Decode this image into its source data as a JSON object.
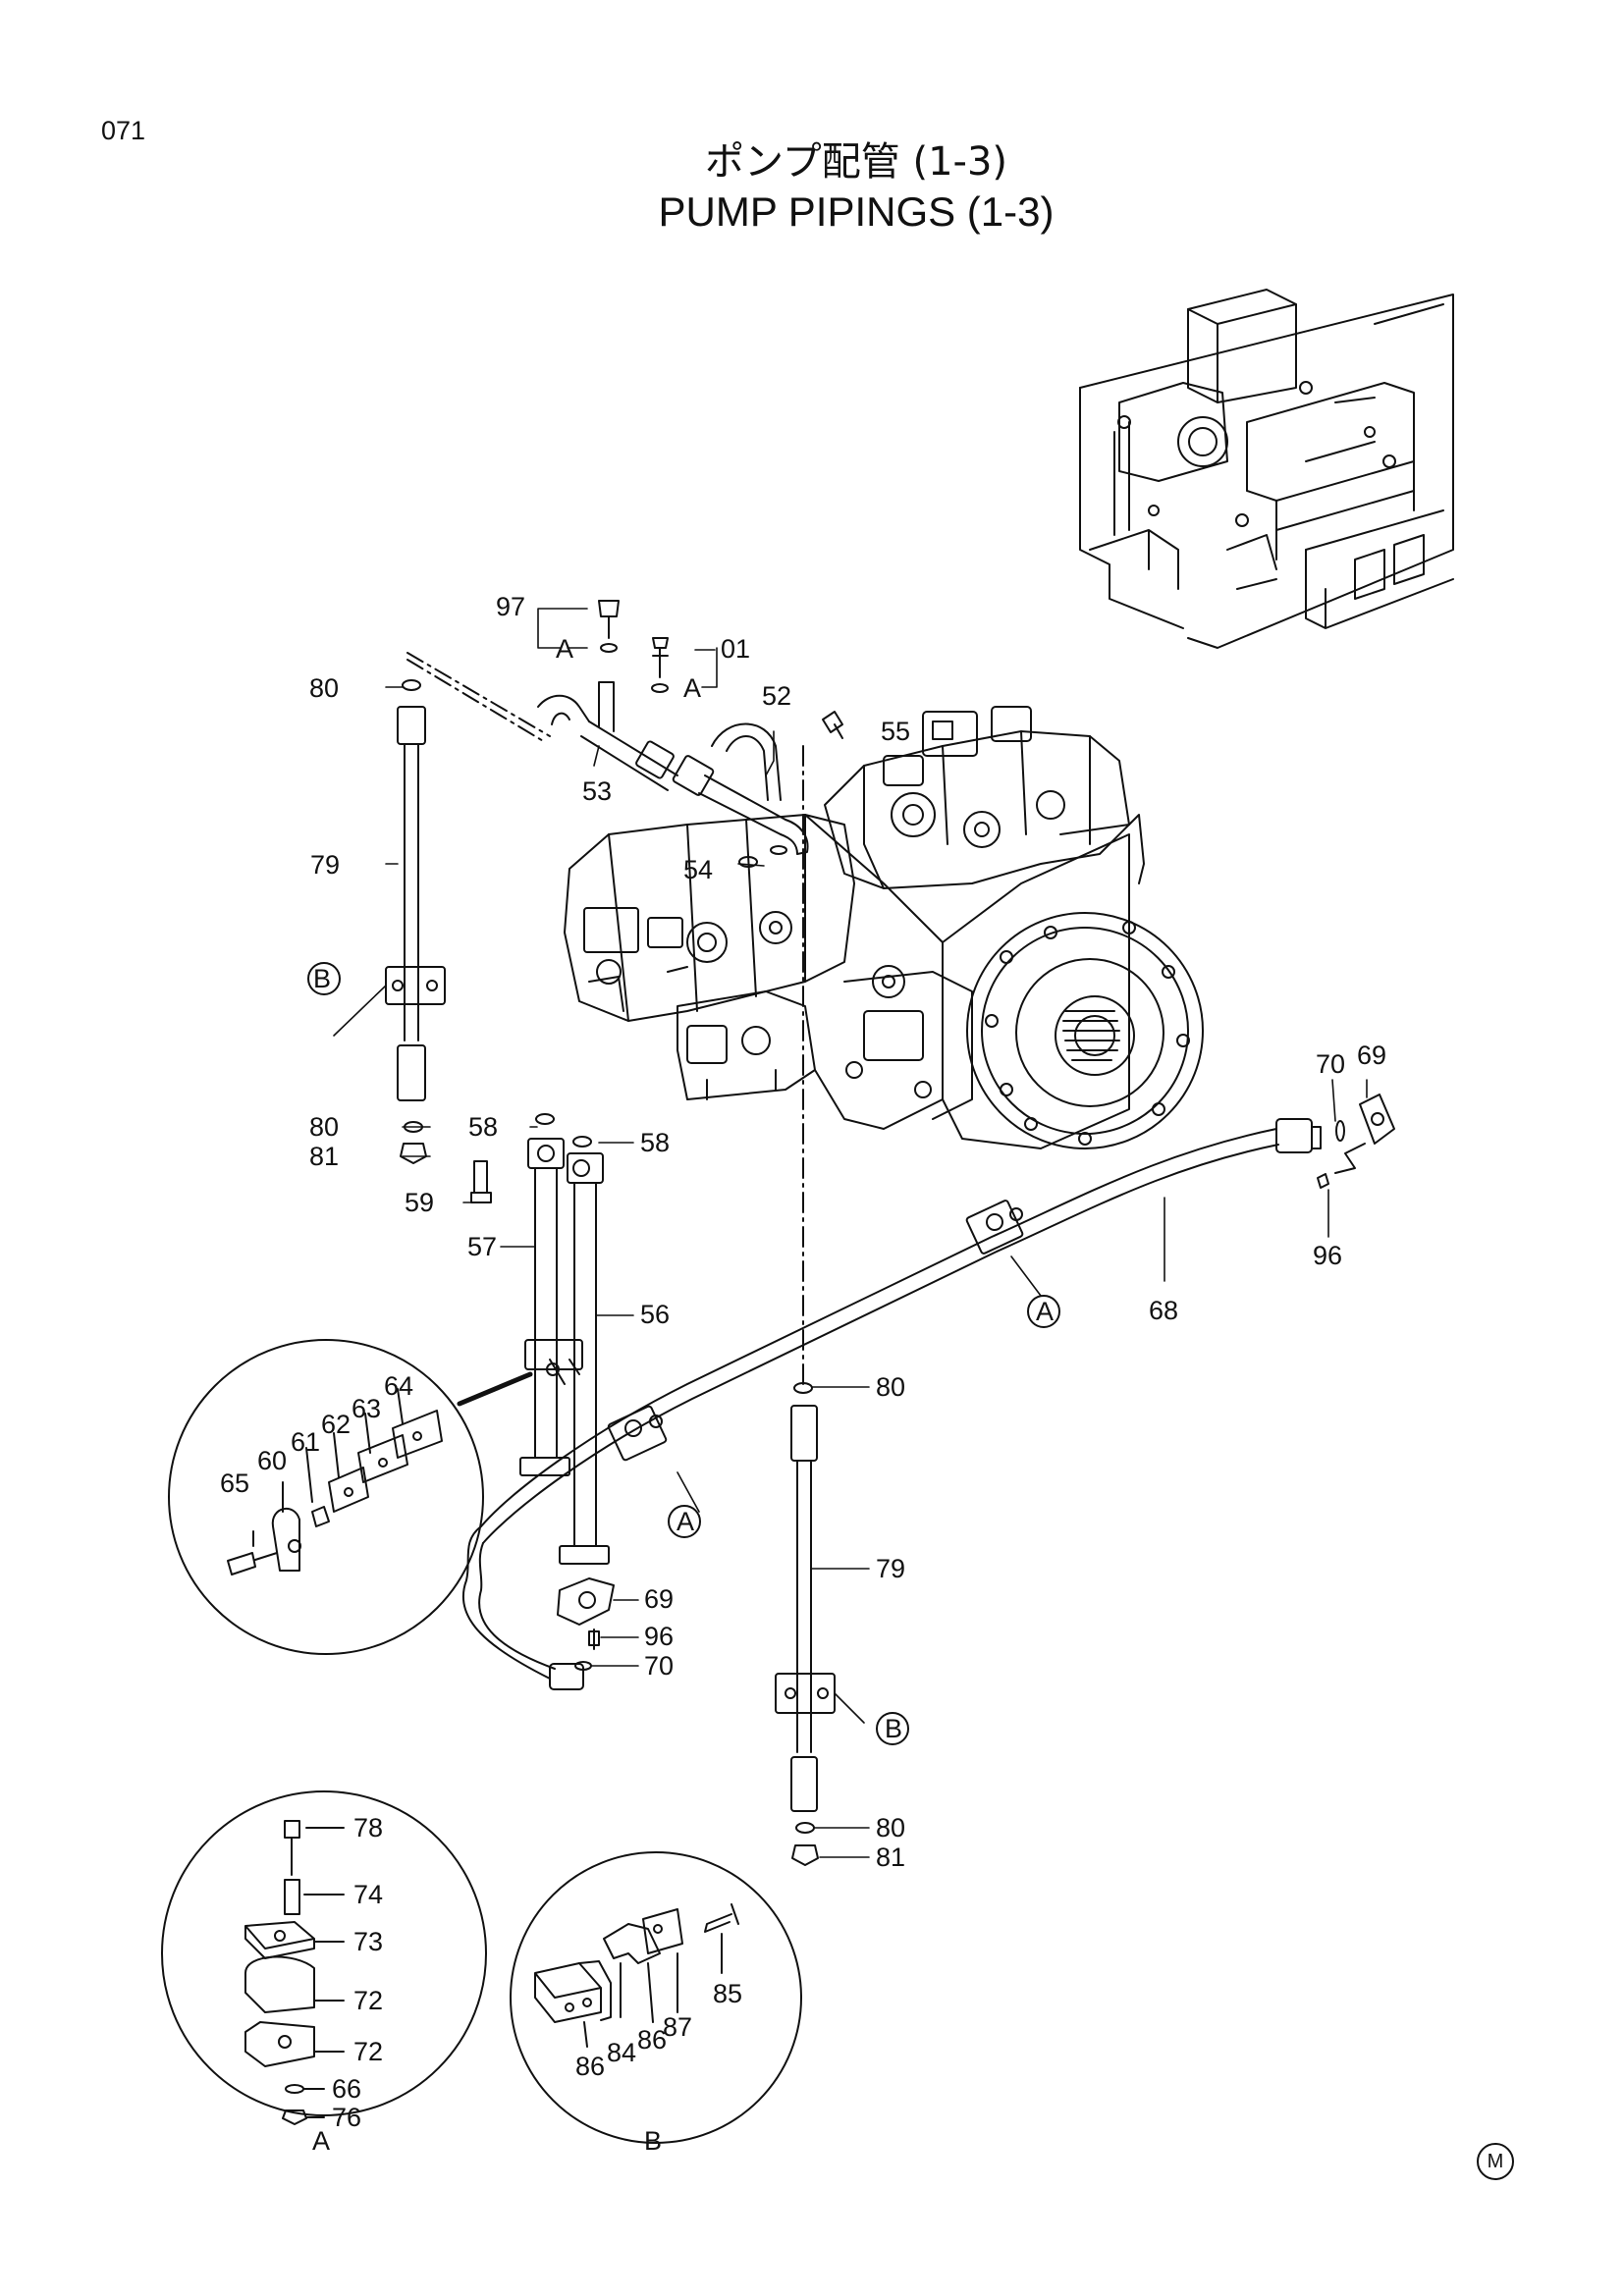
{
  "page_number": "071",
  "title_jp": "ポンプ配管 (1-3)",
  "title_en": "PUMP PIPINGS (1-3)",
  "mark": "M",
  "labels": {
    "p97": "97",
    "pA1": "A",
    "p01": "01",
    "pA2": "A",
    "p80a": "80",
    "p52": "52",
    "p55": "55",
    "p53": "53",
    "p54": "54",
    "p79a": "79",
    "pB1": "B",
    "p80b": "80",
    "p81a": "81",
    "p58a": "58",
    "p58b": "58",
    "p59": "59",
    "p57": "57",
    "p56": "56",
    "p70a": "70",
    "p69a": "69",
    "p96a": "96",
    "p68": "68",
    "pA3": "A",
    "p80c": "80",
    "pA4": "A",
    "p69b": "69",
    "p96b": "96",
    "p70b": "70",
    "p79b": "79",
    "pB2": "B",
    "p80d": "80",
    "p81b": "81",
    "p64": "64",
    "p63": "63",
    "p62": "62",
    "p61": "61",
    "p60": "60",
    "p65": "65",
    "p78": "78",
    "p74": "74",
    "p73": "73",
    "p72a": "72",
    "p72b": "72",
    "p66": "66",
    "p76": "76",
    "detailA": "A",
    "p85": "85",
    "p87": "87",
    "p86a": "86",
    "p84": "84",
    "p86b": "86",
    "detailB": "B"
  }
}
